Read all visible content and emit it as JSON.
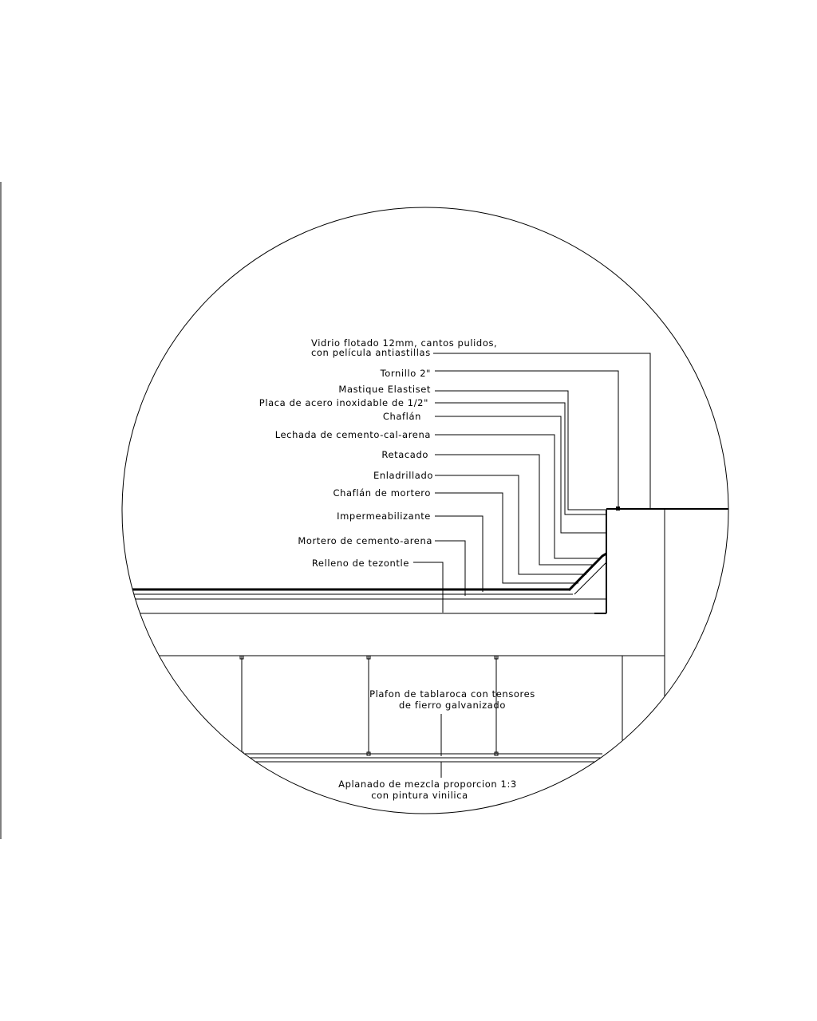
{
  "labels": {
    "vidrio_1": "Vidrio flotado 12mm, cantos pulidos,",
    "vidrio_2": "con película antiastillas",
    "tornillo": "Tornillo 2\"",
    "mastique": "Mastique Elastiset",
    "placa": "Placa de acero inoxidable  de 1/2\"",
    "chaflan": "Chaflán",
    "lechada": "Lechada de cemento-cal-arena",
    "retacado": "Retacado",
    "enladrillado": "Enladrillado",
    "chaflan_mortero": "Chaflán de mortero",
    "impermeabilizante": "Impermeabilizante",
    "mortero": "Mortero de cemento-arena",
    "relleno": "Relleno de tezontle",
    "plafon_1": "Plafon de tablaroca con tensores",
    "plafon_2": "de fierro galvanizado",
    "aplanado_1": "Aplanado de mezcla proporcion 1:3",
    "aplanado_2": "con pintura vinilica"
  }
}
